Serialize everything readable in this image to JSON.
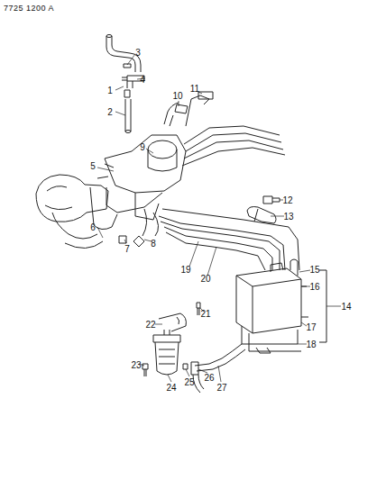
{
  "diagram": {
    "labels": [
      "7725 1200 A",
      "1",
      "2",
      "3",
      "4",
      "5",
      "6",
      "7",
      "8",
      "9",
      "10",
      "11",
      "12",
      "13",
      "14",
      "15",
      "16",
      "17",
      "18",
      "19",
      "20",
      "21",
      "22",
      "23",
      "24",
      "25",
      "26",
      "27"
    ]
  }
}
